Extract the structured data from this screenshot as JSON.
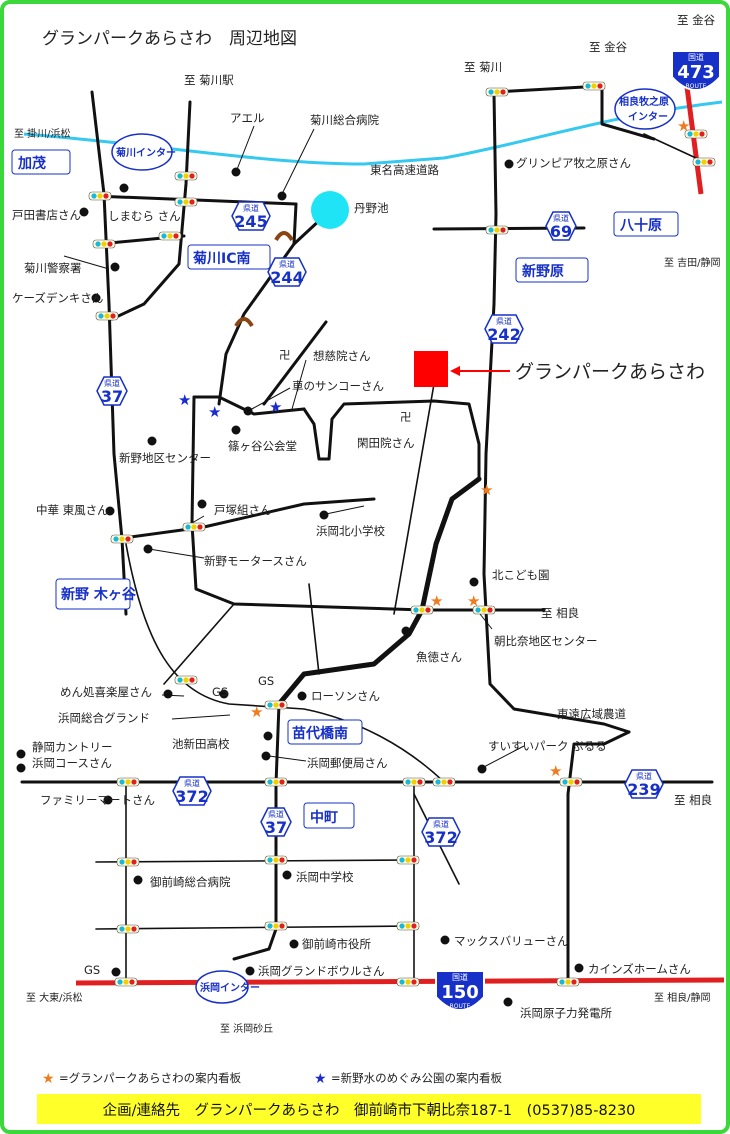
{
  "title": "グランパークあらさわ　周辺地図",
  "main_marker_label": "グランパークあらさわ",
  "direction_labels": {
    "kikugawa_station": "至 菊川駅",
    "kakegawa": "至 掛川/浜松",
    "kikugawa_top": "至 菊川",
    "kanaya_mid": "至 金谷",
    "kanaya_right": "至 金谷",
    "yoshida": "至 吉田/静岡",
    "sagara_mid": "至 相良",
    "sagara_239": "至 相良",
    "daito": "至 大東/浜松",
    "sagara_shizuoka": "至 相良/静岡",
    "hamaoka_sakyu": "至 浜岡砂丘"
  },
  "road_names": {
    "tomei": "東名高速道路",
    "toen": "東遠広域農道"
  },
  "place_tags": {
    "kamo": "加茂",
    "kikugawa_ic_minami": "菊川IC南",
    "shinnohara": "新野原",
    "yasogahara": "八十原",
    "shinno_kigaya": "新野 木ヶ谷",
    "naeshiro_bashi_minami": "苗代橋南",
    "nakamachi": "中町"
  },
  "interchanges": {
    "kikugawa": "菊川インター",
    "sagara_makinohara_1": "相良牧之原",
    "sagara_makinohara_2": "インター",
    "hamaoka": "浜岡インター"
  },
  "route_badges": [
    {
      "type": "県道",
      "number": "245"
    },
    {
      "type": "県道",
      "number": "244"
    },
    {
      "type": "県道",
      "number": "69"
    },
    {
      "type": "県道",
      "number": "242"
    },
    {
      "type": "県道",
      "number": "37"
    },
    {
      "type": "県道",
      "number": "372"
    },
    {
      "type": "県道",
      "number": "37"
    },
    {
      "type": "県道",
      "number": "372"
    },
    {
      "type": "県道",
      "number": "239"
    },
    {
      "type": "国道",
      "number": "473",
      "sub": "ROUTE"
    },
    {
      "type": "国道",
      "number": "150",
      "sub": "ROUTE"
    }
  ],
  "landmarks": {
    "aeru": "アエル",
    "kikugawa_hospital": "菊川総合病院",
    "shimamura": "しまむら さん",
    "toda_shoten": "戸田書店さん",
    "tanno_pond": "丹野池",
    "kikugawa_police": "菊川警察署",
    "kz_denki": "ケーズデンキさん",
    "greenpia": "グリンピア牧之原さん",
    "sojiin": "想慈院さん",
    "car_sanko": "車のサンコーさん",
    "shinozakaya_hall": "篠ヶ谷公会堂",
    "kandain": "閑田院さん",
    "shinno_center": "新野地区センター",
    "totsuka": "戸塚組さん",
    "chuka_tofu": "中華 東風さん",
    "hamaoka_kita_school": "浜岡北小学校",
    "shinno_motors": "新野モータースさん",
    "kita_kodomoen": "北こども園",
    "asahina_center": "朝比奈地区センター",
    "uotoku": "魚徳さん",
    "menya": "めん処喜楽屋さん",
    "gs1": "GS",
    "gs2": "GS",
    "gs3": "GS",
    "hamaoka_ground": "浜岡総合グランド",
    "lawson": "ローソンさん",
    "ikeshinden_hs": "池新田高校",
    "shizuoka_country": "静岡カントリー",
    "hamaoka_course": "浜岡コースさん",
    "hamaoka_post": "浜岡郵便局さん",
    "suisui_park": "すいすいパーク ぷるる",
    "familymart": "ファミリーマートさん",
    "omaezaki_hospital": "御前崎総合病院",
    "hamaoka_jhs": "浜岡中学校",
    "omaezaki_city_hall": "御前崎市役所",
    "max_value": "マックスバリューさん",
    "hamaoka_bowl": "浜岡グランドボウルさん",
    "cainz": "カインズホームさん",
    "nuclear_plant": "浜岡原子力発電所"
  },
  "legend": {
    "orange_star_text": "=グランパークあらさわの案内看板",
    "blue_star_text": "=新野水のめぐみ公園の案内看板"
  },
  "footer": "企画/連絡先　グランパークあらさわ　御前崎市下朝比奈187-1　(0537)85-8230",
  "colors": {
    "frame": "#3ad83a",
    "highway": "#35c9f0",
    "national_road": "#e02020",
    "destination": "#ff0000",
    "pond": "#1ee4f5",
    "orange_star": "#f07a1e",
    "blue_star": "#1a2ad0",
    "footer_bg": "#ffff29",
    "tag_text": "#1730c8"
  },
  "icons": {
    "temple": "manji-symbol",
    "shrine_gate": "torii-icon",
    "signal": "traffic-signal-icon",
    "landmark": "dot-icon"
  }
}
